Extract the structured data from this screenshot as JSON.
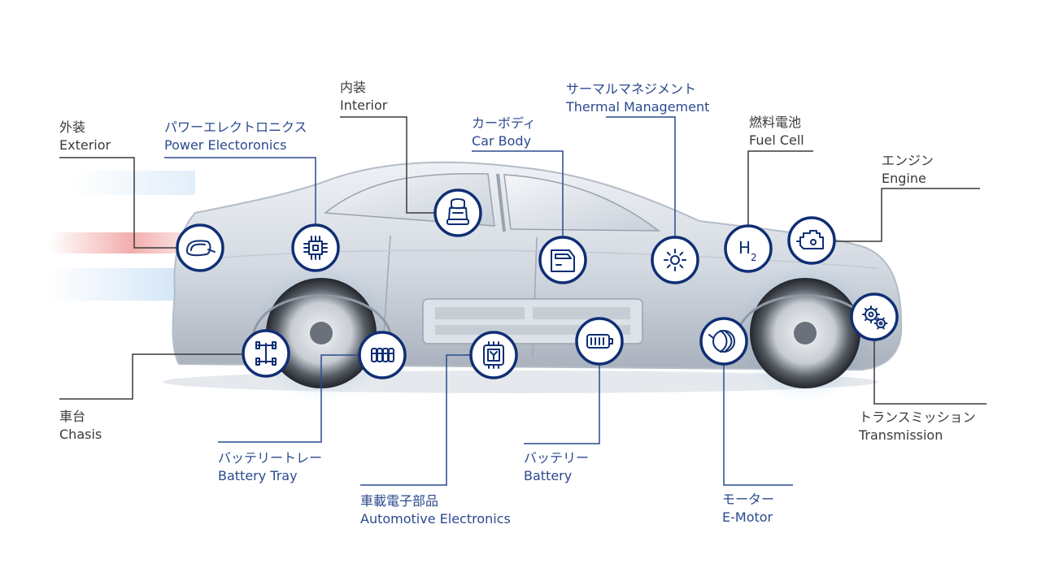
{
  "colors": {
    "icon_ring": "#0f2e74",
    "connector_dark": "#3a3a3a",
    "connector_blue": "#2b4a8f",
    "label_dark": "#3a3a3a",
    "label_blue": "#2b4a8f",
    "car_tint": "#aeb6c2",
    "speed_red": "#e24a4a",
    "speed_blue": "#3a8fd8"
  },
  "components": [
    {
      "id": "exterior",
      "jp": "外装",
      "en": "Exterior",
      "icon": "side-mirror-icon"
    },
    {
      "id": "power-electronics",
      "jp": "パワーエレクトロニクス",
      "en": "Power Electoronics",
      "icon": "circuit-chip-icon"
    },
    {
      "id": "interior",
      "jp": "内装",
      "en": "Interior",
      "icon": "car-seat-icon"
    },
    {
      "id": "car-body",
      "jp": "カーボディ",
      "en": "Car Body",
      "icon": "car-door-icon"
    },
    {
      "id": "thermal-management",
      "jp": "サーマルマネジメント",
      "en": "Thermal Management",
      "icon": "thermal-sun-icon"
    },
    {
      "id": "fuel-cell",
      "jp": "燃料電池",
      "en": "Fuel Cell",
      "icon": "h2-icon"
    },
    {
      "id": "engine",
      "jp": "エンジン",
      "en": "Engine",
      "icon": "engine-icon"
    },
    {
      "id": "transmission",
      "jp": "トランスミッション",
      "en": "Transmission",
      "icon": "gears-icon"
    },
    {
      "id": "chasis",
      "jp": "車台",
      "en": "Chasis",
      "icon": "chassis-frame-icon"
    },
    {
      "id": "battery-tray",
      "jp": "バッテリートレー",
      "en": "Battery Tray",
      "icon": "battery-cells-icon"
    },
    {
      "id": "automotive-electronics",
      "jp": "車載電子部品",
      "en": "Automotive Electronics",
      "icon": "microchip-icon"
    },
    {
      "id": "battery",
      "jp": "バッテリー",
      "en": "Battery",
      "icon": "battery-icon"
    },
    {
      "id": "e-motor",
      "jp": "モーター",
      "en": "E-Motor",
      "icon": "motor-icon"
    }
  ]
}
